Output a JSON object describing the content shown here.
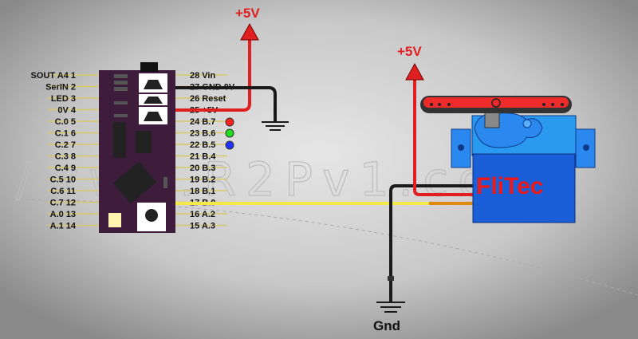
{
  "watermark": "/www.R2Pv1.com/",
  "chip": {
    "left_pins": [
      "SOUT A4  1",
      "SerIN 2",
      "LED 3",
      "0V 4",
      "C.0  5",
      "C.1  6",
      "C.2  7",
      "C.3  8",
      "C.4  9",
      "C.5  10",
      "C.6  11",
      "C.7  12",
      "A.0  13",
      "A.1  14"
    ],
    "right_pins": [
      "28  Vin",
      "27  GND 0V",
      "26  Reset",
      "25  +5V",
      "24  B.7",
      "23  B.6",
      "22  B.5",
      "21  B.4",
      "20  B.3",
      "19  B.2",
      "18  B.1",
      "17  B.0",
      "16  A.2",
      "15  A.3"
    ],
    "led_colors": [
      "#ff2020",
      "#22dd22",
      "#2233ff"
    ]
  },
  "labels": {
    "plus5v_chip": "+5V",
    "plus5v_servo": "+5V",
    "gnd": "Gnd"
  },
  "servo": {
    "brand": "FliTec"
  },
  "colors": {
    "power": "#e02020",
    "ground": "#1a1a1a",
    "signal": "#f5e84a",
    "servo_body": "#1a66dd"
  }
}
